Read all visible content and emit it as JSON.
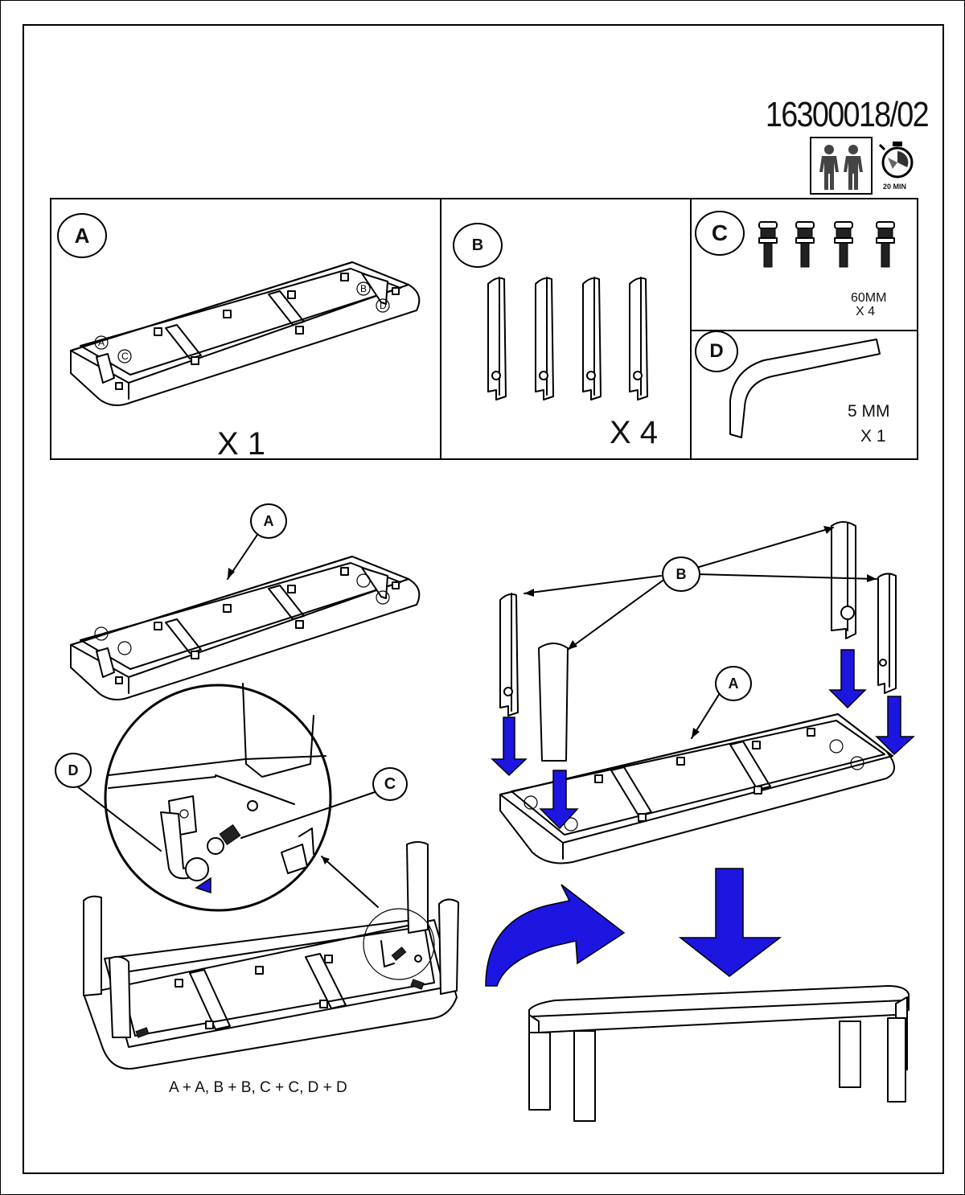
{
  "document": {
    "code": "16300018/02",
    "time_label": "20 MIN",
    "persons_icon": "two-persons-icon",
    "time_icon": "stopwatch-icon"
  },
  "parts": {
    "A": {
      "letter": "A",
      "quantity": "X 1"
    },
    "B": {
      "letter": "B",
      "quantity": "X 4"
    },
    "C": {
      "letter": "C",
      "size": "60MM",
      "quantity": "X 4"
    },
    "D": {
      "letter": "D",
      "size": "5 MM",
      "quantity": "X 1"
    }
  },
  "step1": {
    "label_a": "A",
    "label_c": "C",
    "label_d": "D",
    "caption": "A + A, B + B, C + C, D + D"
  },
  "step2": {
    "label_a": "A",
    "label_b": "B"
  },
  "frame_markers": {
    "a": "A",
    "b": "B",
    "c": "C",
    "d": "D"
  },
  "colors": {
    "arrow_blue": "#1c16e0",
    "line": "#000000"
  }
}
